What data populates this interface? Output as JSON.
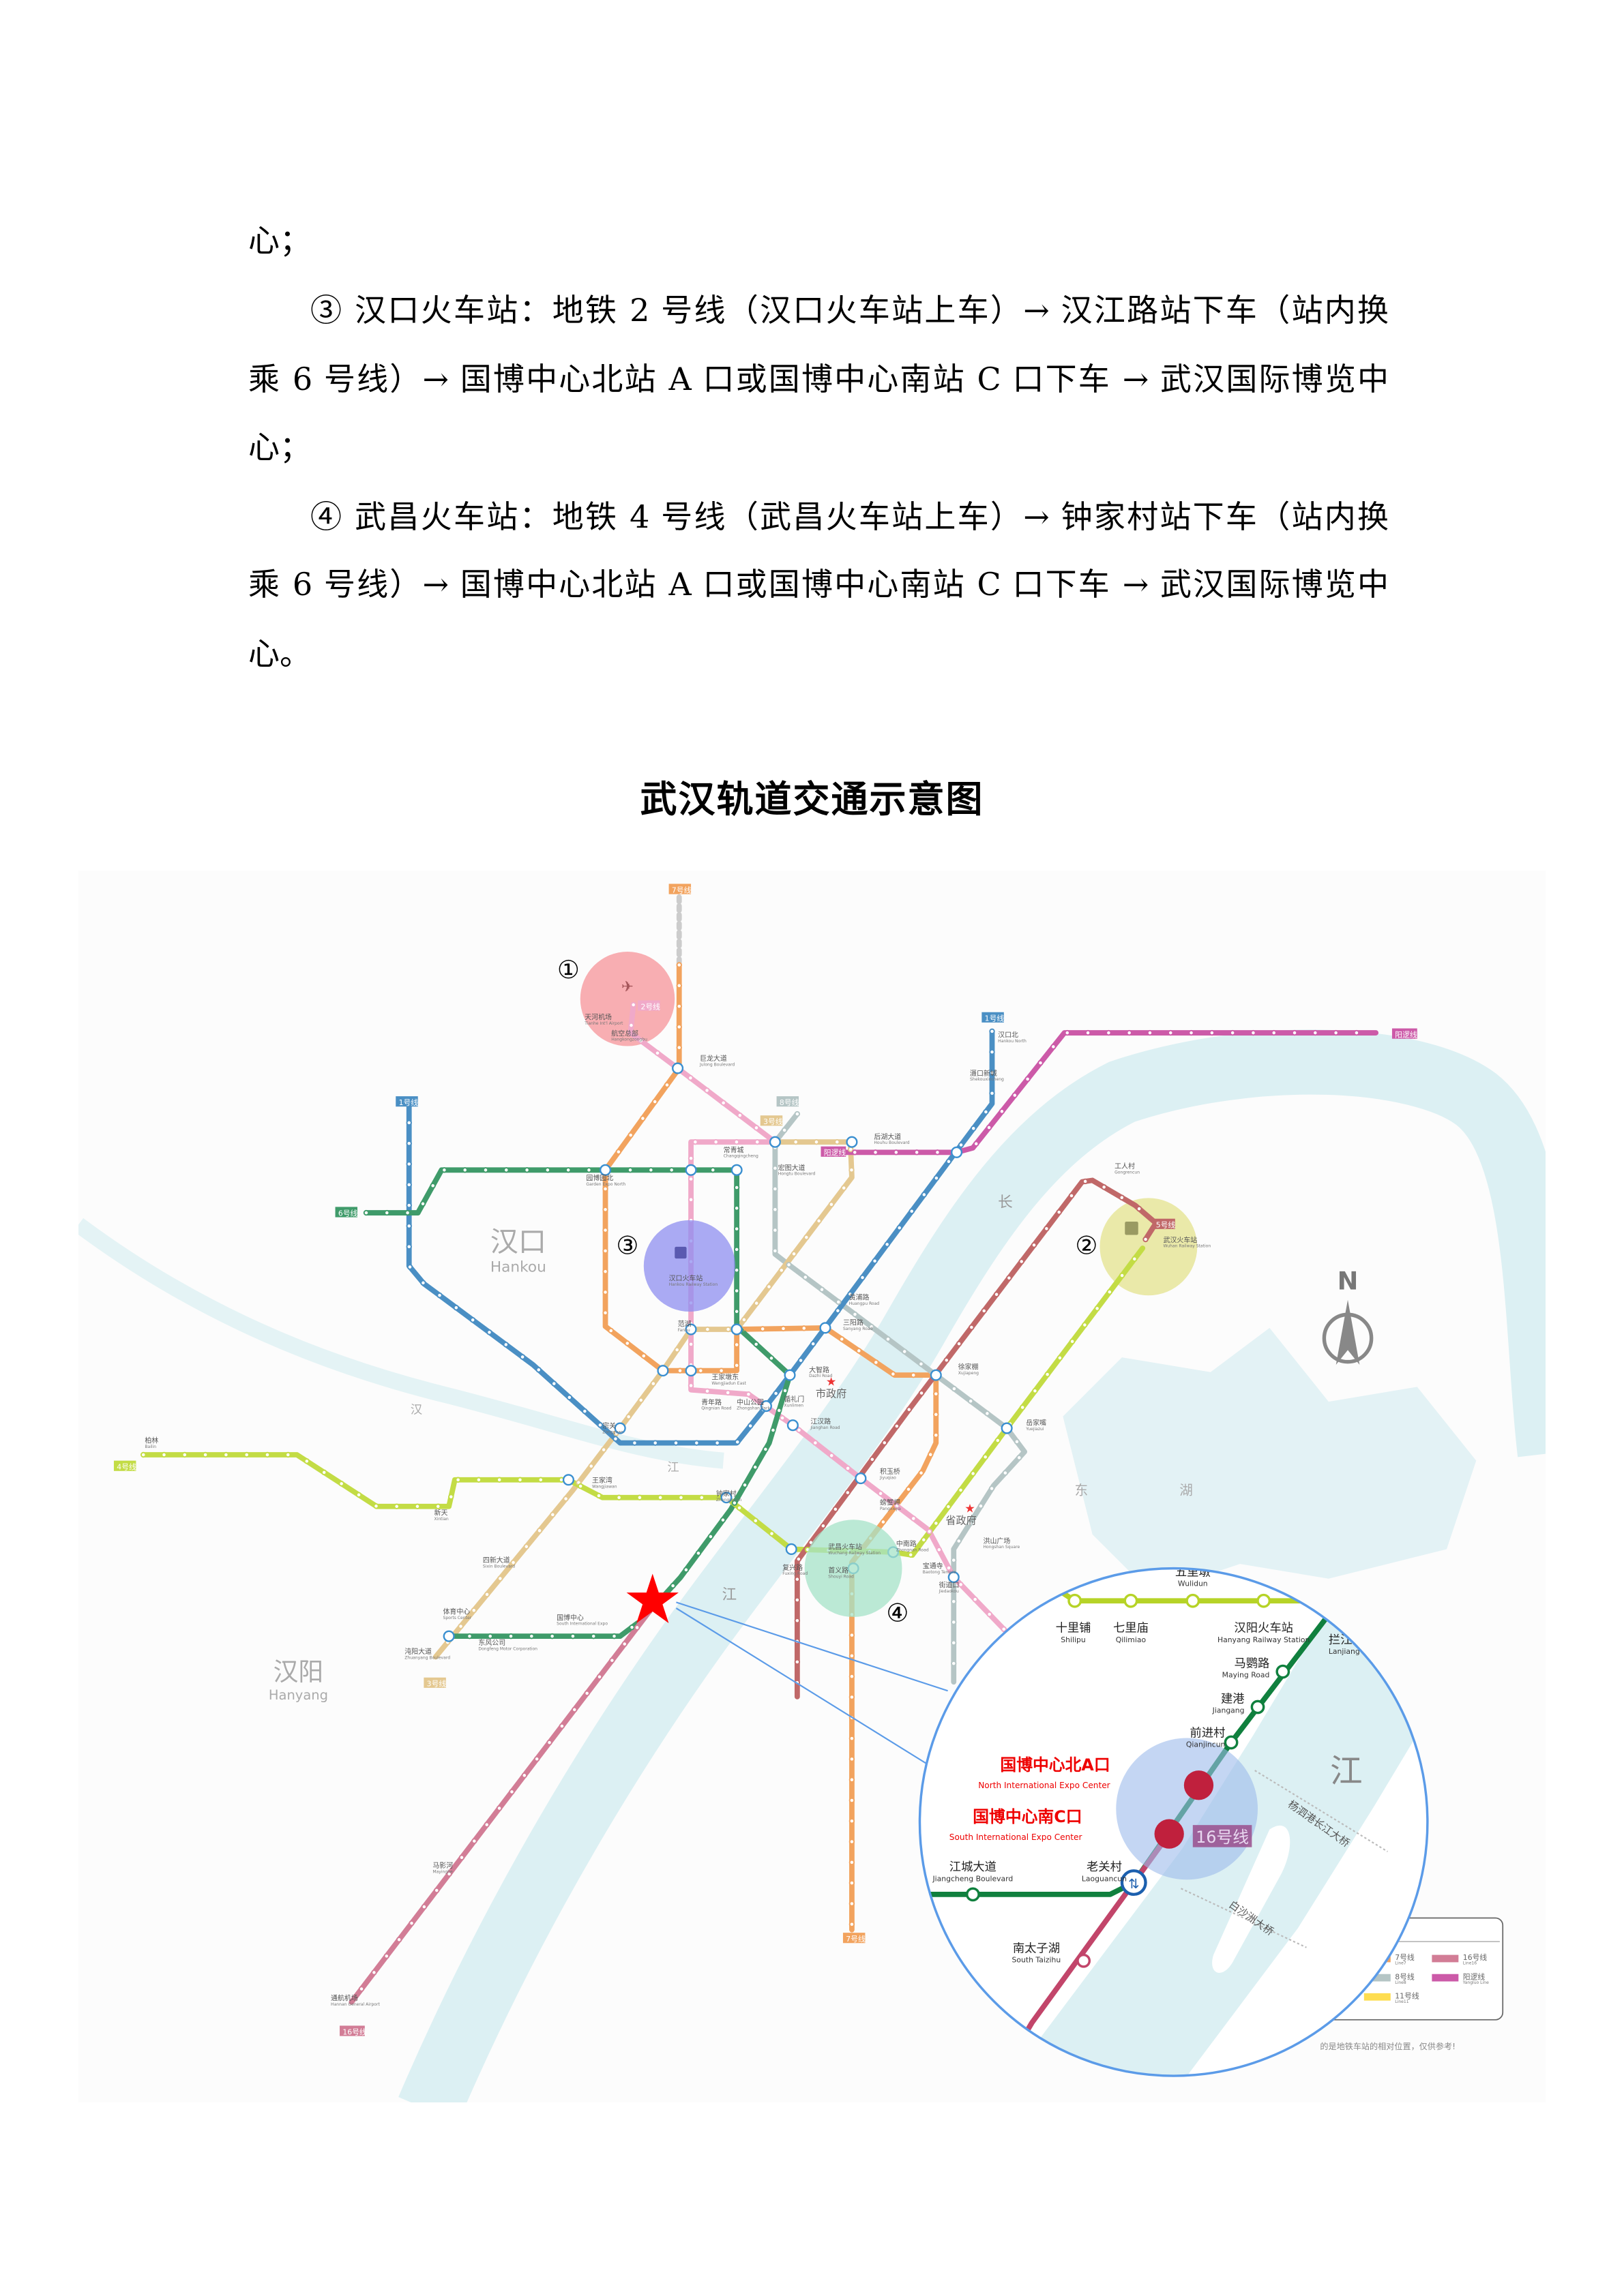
{
  "document": {
    "lines": [
      "心；",
      "③ 汉口火车站：地铁 2 号线（汉口火车站上车）→ 汉江路站下车（站内换",
      "乘 6 号线）→ 国博中心北站 A 口或国博中心南站 C 口下车 → 武汉国际博览中",
      "心；",
      "④ 武昌火车站：地铁 4 号线（武昌火车站上车）→ 钟家村站下车（站内换",
      "乘 6 号线）→ 国博中心北站 A 口或国博中心南站 C 口下车 → 武汉国际博览中",
      "心。"
    ]
  },
  "figure": {
    "title": "武汉轨道交通示意图"
  },
  "map": {
    "colors": {
      "line1": "#4a8fc4",
      "line2": "#f0a9c9",
      "line3": "#e4c890",
      "line4": "#c3dc45",
      "line5": "#c06868",
      "line6": "#3f9b6a",
      "line7": "#f2a35e",
      "line8": "#b5c5c5",
      "line11": "#fedd50",
      "line16": "#d27d96",
      "yangluo": "#cc5aa8",
      "river": "#dcf0f3",
      "inset_border": "#5b9be8"
    },
    "badges": {
      "line1": "1号线",
      "line3": "3号线",
      "line4": "4号线",
      "line5": "5号线",
      "line6": "6号线",
      "line7_top": "7号线",
      "line7_bottom": "7号线",
      "line8": "8号线",
      "line16": "16号线",
      "yangluo": "阳逻线",
      "line2": "2号线"
    },
    "districts": {
      "hankou_cn": "汉口",
      "hankou_en": "Hankou",
      "hanyang_cn": "汉阳",
      "hanyang_en": "Hanyang"
    },
    "water": {
      "chang": "长",
      "jiang1": "江",
      "han": "汉",
      "jiang2": "江",
      "dong": "东",
      "hu": "湖"
    },
    "markers": {
      "m1": "①",
      "m2": "②",
      "m3": "③",
      "m4": "④"
    },
    "landmarks": {
      "city_gov": "市政府",
      "prov_gov": "省政府"
    },
    "compass": "N",
    "stations": [
      {
        "cn": "天河机场",
        "en": "Tianhe Int'l Airport"
      },
      {
        "cn": "航空总部",
        "en": "Hangkongzongbu"
      },
      {
        "cn": "巨龙大道",
        "en": "Julong Boulevard"
      },
      {
        "cn": "汉口北",
        "en": "Hankou North"
      },
      {
        "cn": "滠口新城",
        "en": "Shekouxincheng"
      },
      {
        "cn": "宏图大道",
        "en": "Hongtu Boulevard"
      },
      {
        "cn": "后湖大道",
        "en": "Houhu Boulevard"
      },
      {
        "cn": "常青城",
        "en": "Changqingcheng"
      },
      {
        "cn": "汉口火车站",
        "en": "Hankou Railway Station"
      },
      {
        "cn": "范湖",
        "en": "Fanhu"
      },
      {
        "cn": "王家墩东",
        "en": "Wangjiadun East"
      },
      {
        "cn": "循礼门",
        "en": "Xunlimen"
      },
      {
        "cn": "江汉路",
        "en": "Jianghan Road"
      },
      {
        "cn": "大智路",
        "en": "Dazhi Road"
      },
      {
        "cn": "三阳路",
        "en": "Sanyang Road"
      },
      {
        "cn": "黄浦路",
        "en": "Huangpu Road"
      },
      {
        "cn": "徐家棚",
        "en": "Xujiapeng"
      },
      {
        "cn": "积玉桥",
        "en": "Jiyuqiao"
      },
      {
        "cn": "螃蟹岬",
        "en": "Pangxiejia"
      },
      {
        "cn": "中南路",
        "en": "Zhongnan Road"
      },
      {
        "cn": "洪山广场",
        "en": "Hongshan Square"
      },
      {
        "cn": "岳家嘴",
        "en": "Yuejiazui"
      },
      {
        "cn": "钟家村",
        "en": "Zhongjiacun"
      },
      {
        "cn": "王家湾",
        "en": "Wangjiawan"
      },
      {
        "cn": "宗关",
        "en": "Zongguan"
      },
      {
        "cn": "青年路",
        "en": "Qingnian Road"
      },
      {
        "cn": "中山公园",
        "en": "Zhongshan Park"
      },
      {
        "cn": "宝通寺",
        "en": "Baotong Temple"
      },
      {
        "cn": "街道口",
        "en": "Jiedaokou"
      },
      {
        "cn": "武昌火车站",
        "en": "Wuchang Railway Station"
      },
      {
        "cn": "首义路",
        "en": "Shouyi Road"
      },
      {
        "cn": "复兴路",
        "en": "Fuxing Road"
      },
      {
        "cn": "园博园北",
        "en": "Garden Expo North"
      },
      {
        "cn": "武汉火车站",
        "en": "Wuhan Railway Station"
      },
      {
        "cn": "工人村",
        "en": "Gongrencun"
      },
      {
        "cn": "柏林",
        "en": "Bailin"
      },
      {
        "cn": "新天",
        "en": "Xintian"
      },
      {
        "cn": "四新大道",
        "en": "Sixin Boulevard"
      },
      {
        "cn": "体育中心",
        "en": "Sports Center"
      },
      {
        "cn": "东风公司",
        "en": "Dongfeng Motor Corporation"
      },
      {
        "cn": "沌阳大道",
        "en": "Zhuanyang Boulevard"
      },
      {
        "cn": "马影河",
        "en": "Mayinghe"
      },
      {
        "cn": "通航机场",
        "en": "Hannan General Airport"
      },
      {
        "cn": "国博中心",
        "en": "South International Expo"
      }
    ],
    "inset": {
      "wulidun": {
        "cn": "五里墩",
        "en": "Wulidun"
      },
      "shilipu": {
        "cn": "十里铺",
        "en": "Shilipu"
      },
      "qilimiao": {
        "cn": "七里庙",
        "en": "Qilimiao"
      },
      "hanyang_rs": {
        "cn": "汉阳火车站",
        "en": "Hanyang Railway Station"
      },
      "lanjiang": {
        "cn": "拦江",
        "en": "Lanjiang Rd"
      },
      "mayinglu": {
        "cn": "马鹦路",
        "en": "Maying Road"
      },
      "jiangang": {
        "cn": "建港",
        "en": "Jiangang"
      },
      "qianjincun": {
        "cn": "前进村",
        "en": "Qianjincun"
      },
      "north_a": {
        "cn": "国博中心北A口",
        "en": "North International Expo Center"
      },
      "south_c": {
        "cn": "国博中心南C口",
        "en": "South International Expo Center"
      },
      "line16_badge": "16号线",
      "jiangcheng": {
        "cn": "江城大道",
        "en": "Jiangcheng Boulevard"
      },
      "laoguancun": {
        "cn": "老关村",
        "en": "Laoguancun"
      },
      "nantaizihu": {
        "cn": "南太子湖",
        "en": "South Taizihu"
      },
      "river_char": "江",
      "bridge1": "杨泗港长江大桥",
      "bridge2": "白沙洲大桥",
      "line11_badge": "11号线"
    },
    "legend": {
      "items": [
        {
          "cn": "7号线",
          "en": "Line7",
          "color": "#f2a35e"
        },
        {
          "cn": "8号线",
          "en": "Line8",
          "color": "#b5c5c5"
        },
        {
          "cn": "11号线",
          "en": "Line11",
          "color": "#fedd50"
        },
        {
          "cn": "16号线",
          "en": "Line16",
          "color": "#d27d96"
        },
        {
          "cn": "阳逻线",
          "en": "Yangluo Line",
          "color": "#cc5aa8"
        }
      ],
      "footnote": "的是地铁车站的相对位置，仅供参考!"
    }
  }
}
